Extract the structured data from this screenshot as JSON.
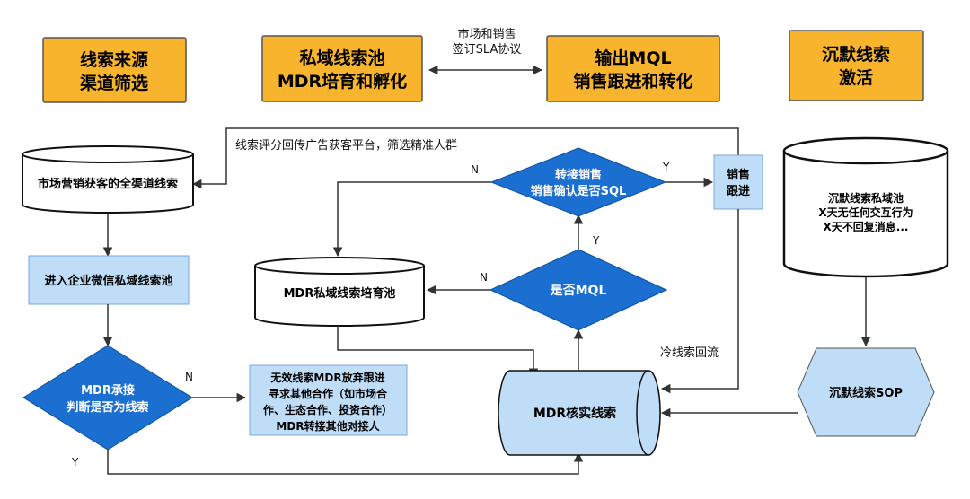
{
  "header": {
    "lead_source": [
      "线索来源",
      "渠道筛选"
    ],
    "private_pool": [
      "私域线索池",
      "MDR培育和孵化"
    ],
    "sla_note": [
      "市场和销售",
      "签订SLA协议"
    ],
    "output_mql": [
      "输出MQL",
      "销售跟进和转化"
    ],
    "dormant": [
      "沉默线索",
      "激活"
    ]
  },
  "nodes": {
    "all_channel": "市场营销获客的全渠道线索",
    "wecom_pool": "进入企业微信私域线索池",
    "mdr_decision": [
      "MDR承接",
      "判断是否为线索"
    ],
    "invalid_box": [
      "无效线索MDR放弃跟进",
      "寻求其他合作（如市场合",
      "作、生态合作、投资合作）",
      "MDR转接其他对接人"
    ],
    "nurture_pool": "MDR私域线索培育池",
    "is_mql": "是否MQL",
    "to_sales": [
      "转接销售",
      "销售确认是否SQL"
    ],
    "sales_follow": [
      "销售",
      "跟进"
    ],
    "verify": "MDR核实线索",
    "dormant_pool": [
      "沉默线索私域池",
      "X天无任何交互行为",
      "X天不回复消息..."
    ],
    "dormant_sop": "沉默线索SOP"
  },
  "edge_labels": {
    "feedback": "线索评分回传广告获客平台，筛选精准人群",
    "cold_return": "冷线索回流",
    "sql_no": "N",
    "sql_yes": "Y",
    "mql_yes": "Y",
    "mql_no": "N",
    "mdr_no": "N",
    "mdr_yes": "Y"
  },
  "colors": {
    "header_fill": "#F7B42C",
    "light_blue": "#BFDDF7",
    "dark_blue": "#1A6FD1",
    "stroke": "#1F1F1F"
  }
}
